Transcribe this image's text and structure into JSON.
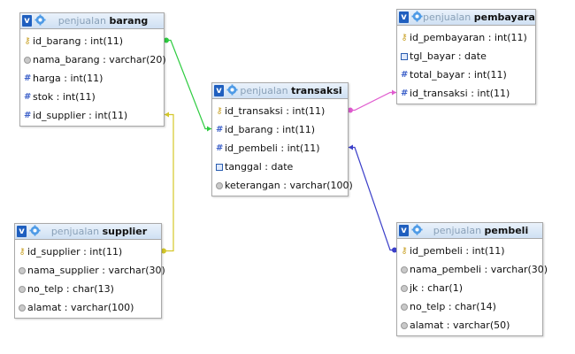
{
  "diagram": {
    "tables": [
      {
        "id": "barang",
        "db": "penjualan",
        "name": "barang",
        "columns": [
          {
            "icon": "key",
            "text": "id_barang : int(11)"
          },
          {
            "icon": "text",
            "text": "nama_barang : varchar(20)"
          },
          {
            "icon": "number",
            "text": "harga : int(11)"
          },
          {
            "icon": "number",
            "text": "stok : int(11)"
          },
          {
            "icon": "number",
            "text": "id_supplier : int(11)"
          }
        ]
      },
      {
        "id": "supplier",
        "db": "penjualan",
        "name": "supplier",
        "columns": [
          {
            "icon": "key",
            "text": "id_supplier : int(11)"
          },
          {
            "icon": "text",
            "text": "nama_supplier : varchar(30)"
          },
          {
            "icon": "text",
            "text": "no_telp : char(13)"
          },
          {
            "icon": "text",
            "text": "alamat : varchar(100)"
          }
        ]
      },
      {
        "id": "transaksi",
        "db": "penjualan",
        "name": "transaksi",
        "columns": [
          {
            "icon": "key",
            "text": "id_transaksi : int(11)"
          },
          {
            "icon": "number",
            "text": "id_barang : int(11)"
          },
          {
            "icon": "number",
            "text": "id_pembeli : int(11)"
          },
          {
            "icon": "date",
            "text": "tanggal : date"
          },
          {
            "icon": "text",
            "text": "keterangan : varchar(100)"
          }
        ]
      },
      {
        "id": "pembayaran",
        "db": "penjualan",
        "name": "pembayaran",
        "columns": [
          {
            "icon": "key",
            "text": "id_pembayaran : int(11)"
          },
          {
            "icon": "date",
            "text": "tgl_bayar : date"
          },
          {
            "icon": "number",
            "text": "total_bayar : int(11)"
          },
          {
            "icon": "number",
            "text": "id_transaksi : int(11)"
          }
        ]
      },
      {
        "id": "pembeli",
        "db": "penjualan",
        "name": "pembeli",
        "columns": [
          {
            "icon": "key",
            "text": "id_pembeli : int(11)"
          },
          {
            "icon": "text",
            "text": "nama_pembeli : varchar(30)"
          },
          {
            "icon": "text",
            "text": "jk : char(1)"
          },
          {
            "icon": "text",
            "text": "no_telp : char(14)"
          },
          {
            "icon": "text",
            "text": "alamat : varchar(50)"
          }
        ]
      }
    ],
    "relations": [
      {
        "from_table": "barang",
        "from_col": 0,
        "to_table": "transaksi",
        "to_col": 1,
        "color": "#2ecc40"
      },
      {
        "from_table": "supplier",
        "from_col": 0,
        "to_table": "barang",
        "to_col": 4,
        "color": "#d4c72a"
      },
      {
        "from_table": "transaksi",
        "from_col": 0,
        "to_table": "pembayaran",
        "to_col": 3,
        "color": "#e05ccf"
      },
      {
        "from_table": "pembeli",
        "from_col": 0,
        "to_table": "transaksi",
        "to_col": 2,
        "color": "#3b3fc9"
      }
    ]
  }
}
